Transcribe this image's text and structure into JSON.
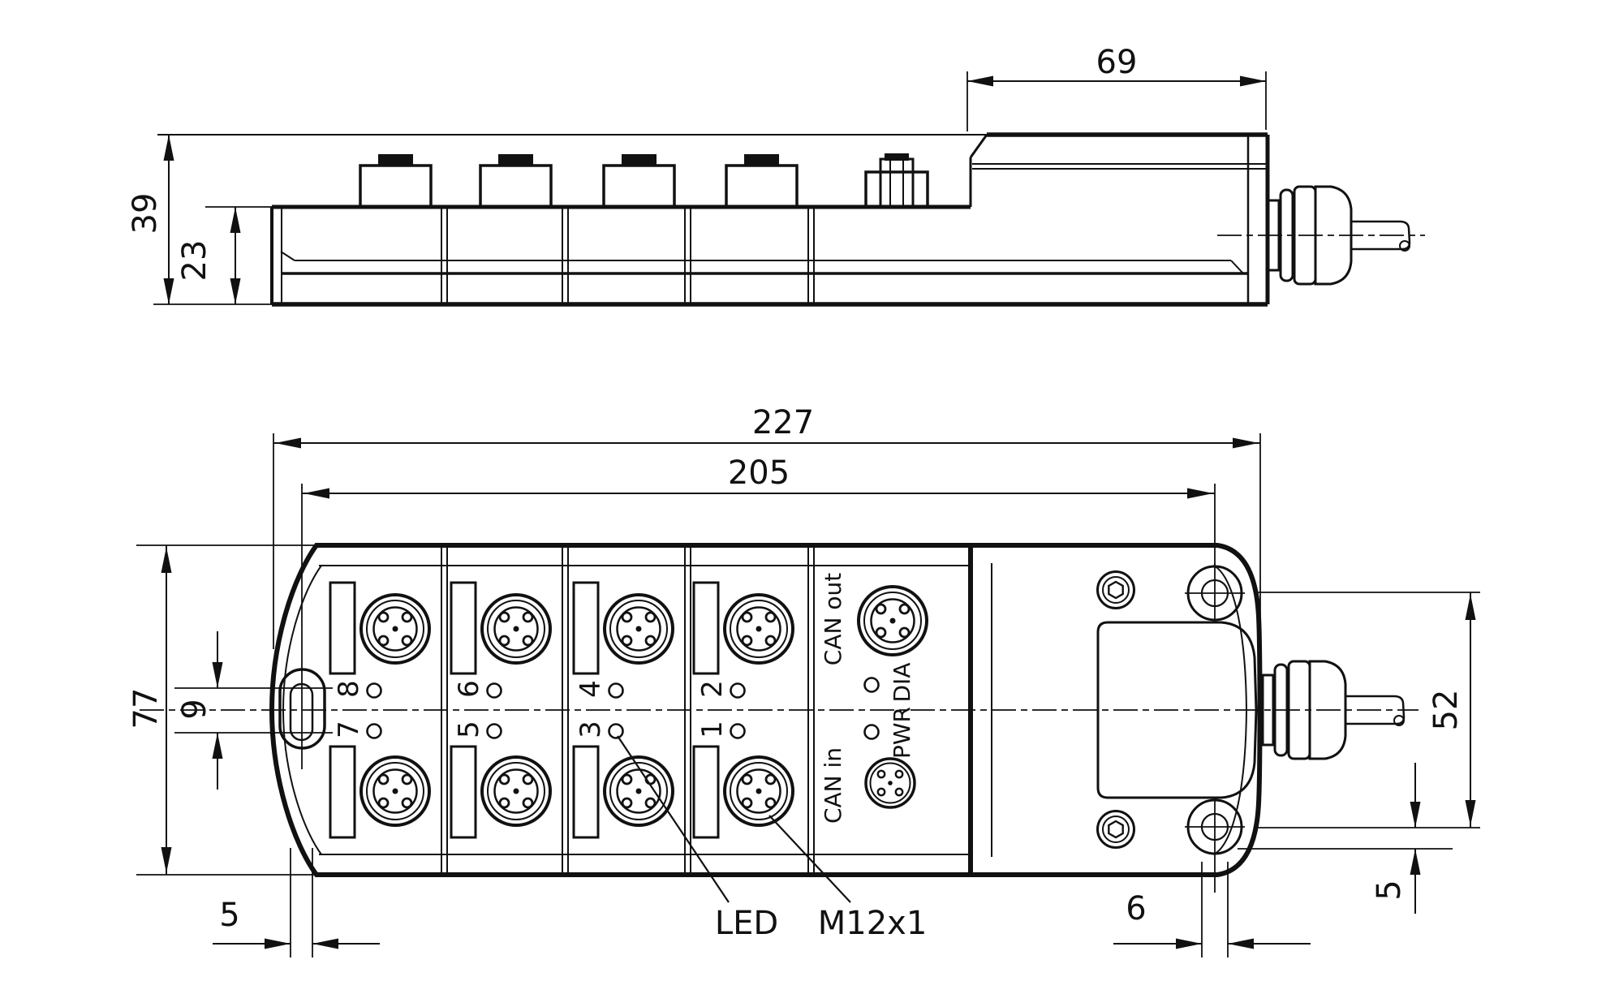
{
  "drawing_type": "technical-dimension-drawing",
  "colors": {
    "line": "#111111",
    "background": "#ffffff"
  },
  "dimensions": {
    "d69": "69",
    "d39": "39",
    "d23": "23",
    "d227": "227",
    "d205": "205",
    "d77": "77",
    "d9": "9",
    "d52": "52",
    "d5_left": "5",
    "d5_right": "5",
    "d6": "6"
  },
  "ports": {
    "p1": "1",
    "p2": "2",
    "p3": "3",
    "p4": "4",
    "p5": "5",
    "p6": "6",
    "p7": "7",
    "p8": "8"
  },
  "connector_labels": {
    "can_out": "CAN out",
    "can_in": "CAN in",
    "pwr": "PWR",
    "dia": "DIA"
  },
  "callouts": {
    "led": "LED",
    "thread": "M12x1"
  }
}
